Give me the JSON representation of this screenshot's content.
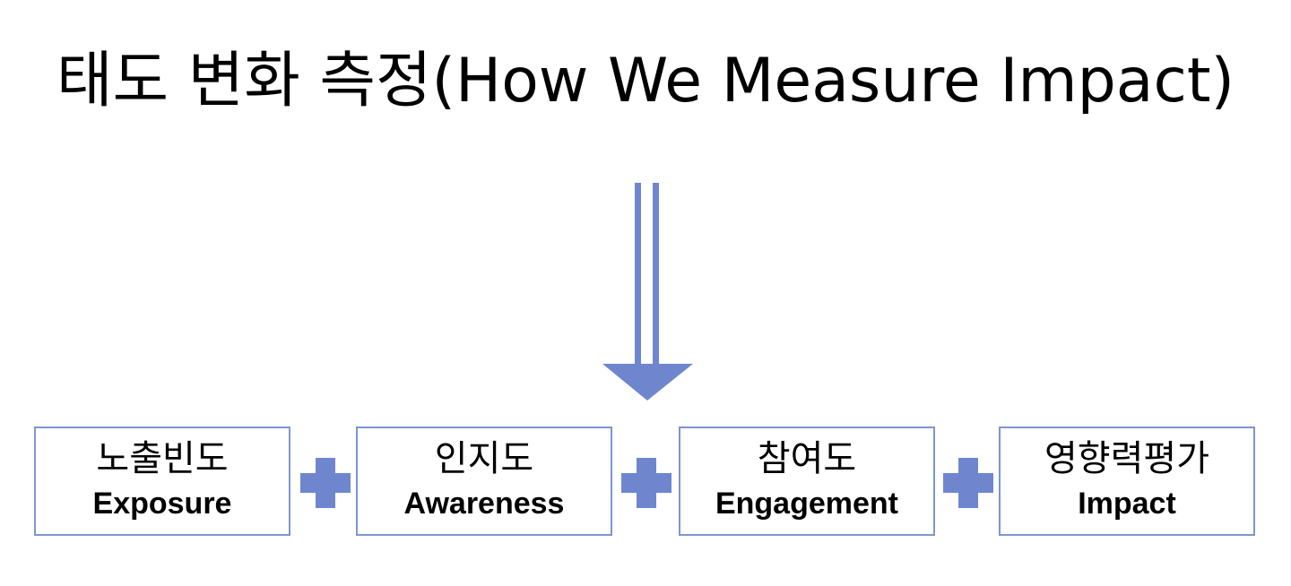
{
  "title": "태도 변화 측정(How We Measure Impact)",
  "colors": {
    "accent": "#6f86cf",
    "box_border": "#7e95d1"
  },
  "stages": [
    {
      "ko": "노출빈도",
      "en": "Exposure"
    },
    {
      "ko": "인지도",
      "en": "Awareness"
    },
    {
      "ko": "참여도",
      "en": "Engagement"
    },
    {
      "ko": "영향력평가",
      "en": "Impact"
    }
  ],
  "icons": {
    "arrow": "double-line-down-arrow-icon",
    "connector": "plus-icon"
  }
}
